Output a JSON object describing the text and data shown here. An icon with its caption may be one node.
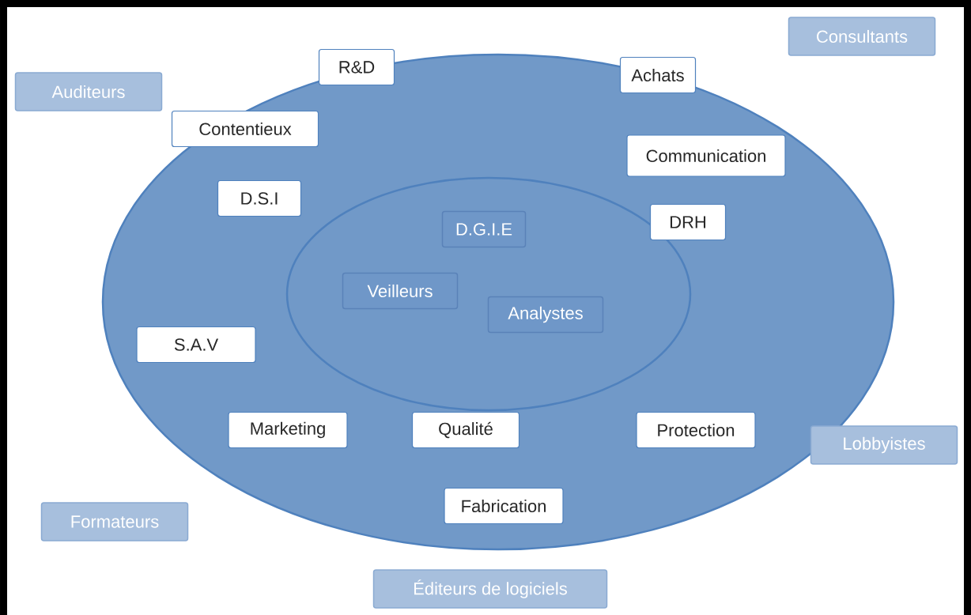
{
  "diagram": {
    "nodes": [
      {
        "text": [],
        "shape": "ellipse"
      },
      {
        "text": [],
        "shape": "ellipse",
        "in": 0
      },
      {
        "text": [
          "Consultants"
        ]
      },
      {
        "text": [
          "R&D"
        ],
        "in": 0
      },
      {
        "text": [
          "Achats"
        ],
        "in": 0
      },
      {
        "text": [
          "Auditeurs"
        ]
      },
      {
        "text": [
          "Contentieux"
        ],
        "in": 0
      },
      {
        "text": [
          "Communication"
        ],
        "in": 0
      },
      {
        "text": [
          "D.S.I"
        ],
        "in": 0
      },
      {
        "text": [
          "DRH"
        ],
        "in": 0
      },
      {
        "text": [
          "D.G.I.E"
        ],
        "in": 1
      },
      {
        "text": [
          "Veilleurs"
        ],
        "in": 1
      },
      {
        "text": [
          "Analystes"
        ],
        "in": 1
      },
      {
        "text": [
          "S.A.V"
        ],
        "in": 0
      },
      {
        "text": [
          "Marketing"
        ],
        "in": 0
      },
      {
        "text": [
          "Qualité"
        ],
        "in": 0
      },
      {
        "text": [
          "Protection"
        ],
        "in": 0
      },
      {
        "text": [
          "Lobbyistes"
        ]
      },
      {
        "text": [
          "Fabrication"
        ],
        "in": 0
      },
      {
        "text": [
          "Formateurs"
        ]
      },
      {
        "text": [
          "Éditeurs de logiciels"
        ]
      }
    ]
  }
}
